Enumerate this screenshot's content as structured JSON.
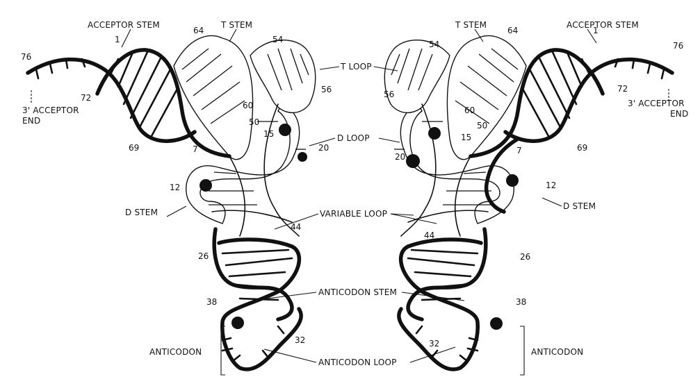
{
  "labels": {
    "acceptor_stem": "ACCEPTOR STEM",
    "t_stem": "T STEM",
    "t_loop": "T LOOP",
    "d_loop": "D LOOP",
    "d_stem": "D STEM",
    "variable_loop": "VARIABLE LOOP",
    "anticodon_stem": "ANTICODON STEM",
    "anticodon_loop": "ANTICODON LOOP",
    "anticodon": "ANTICODON",
    "acceptor_end_line1": "3' ACCEPTOR",
    "acceptor_end_line2": "END"
  },
  "residue_numbers": {
    "n1": "1",
    "n7": "7",
    "n12": "12",
    "n15": "15",
    "n20": "20",
    "n26": "26",
    "n32": "32",
    "n38": "38",
    "n44": "44",
    "n50": "50",
    "n54": "54",
    "n56": "56",
    "n60": "60",
    "n64": "64",
    "n69": "69",
    "n72": "72",
    "n76": "76"
  }
}
